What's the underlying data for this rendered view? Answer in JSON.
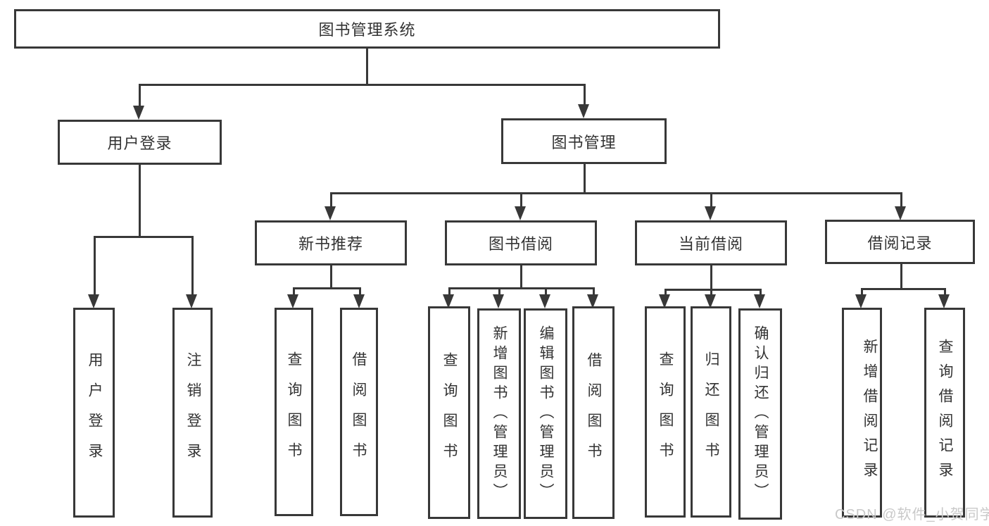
{
  "diagram": {
    "title": "图书管理系统",
    "root": {
      "label": "图书管理系统"
    },
    "level2": [
      {
        "label": "用户登录"
      },
      {
        "label": "图书管理"
      }
    ],
    "level3": [
      {
        "label": "新书推荐"
      },
      {
        "label": "图书借阅"
      },
      {
        "label": "当前借阅"
      },
      {
        "label": "借阅记录"
      }
    ],
    "leaves": {
      "user_login": [
        {
          "label": "用户登录"
        },
        {
          "label": "注销登录"
        }
      ],
      "new_book": [
        {
          "label": "查询图书"
        },
        {
          "label": "借阅图书"
        }
      ],
      "book_borrow": [
        {
          "label": "查询图书"
        },
        {
          "label": "新增图书（管理员）"
        },
        {
          "label": "编辑图书（管理员）"
        },
        {
          "label": "借阅图书"
        }
      ],
      "current_borrow": [
        {
          "label": "查询图书"
        },
        {
          "label": "归还图书"
        },
        {
          "label": "确认归还（管理员）"
        }
      ],
      "borrow_record": [
        {
          "label": "新增借阅记录"
        },
        {
          "label": "查询借阅记录"
        }
      ]
    }
  },
  "watermark": {
    "text": "CSDN @软件_小贺同学"
  },
  "colors": {
    "line": "#383838",
    "text": "#333333",
    "watermark": "#c9c9c9",
    "background": "#ffffff"
  }
}
